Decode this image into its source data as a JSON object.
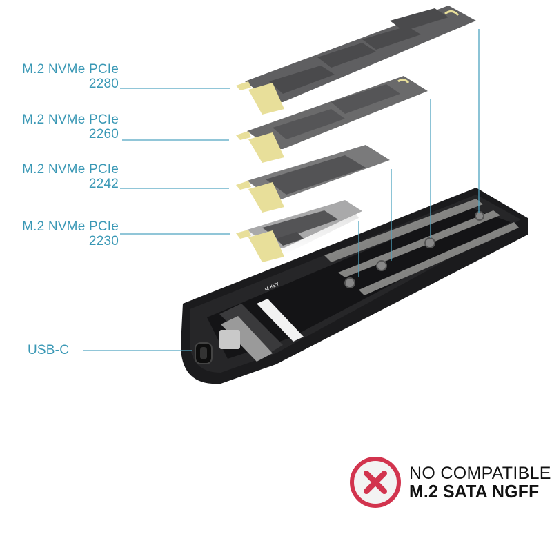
{
  "labels": [
    {
      "line1": "M.2 NVMe PCIe",
      "line2": "2280"
    },
    {
      "line1": "M.2 NVMe PCIe",
      "line2": "2260"
    },
    {
      "line1": "M.2 NVMe PCIe",
      "line2": "2242"
    },
    {
      "line1": "M.2 NVMe PCIe",
      "line2": "2230"
    }
  ],
  "port_label": "USB-C",
  "pcb_marking": "M-KEY",
  "warning": {
    "line1": "NO COMPATIBLE",
    "line2": "M.2 SATA NGFF",
    "icon": "x-circle-icon"
  },
  "colors": {
    "accent": "#3a98b5",
    "warning_red": "#d2344e",
    "gold": "#e8df9a",
    "board": "#5f5f61",
    "enclosure": "#1c1c1e"
  }
}
